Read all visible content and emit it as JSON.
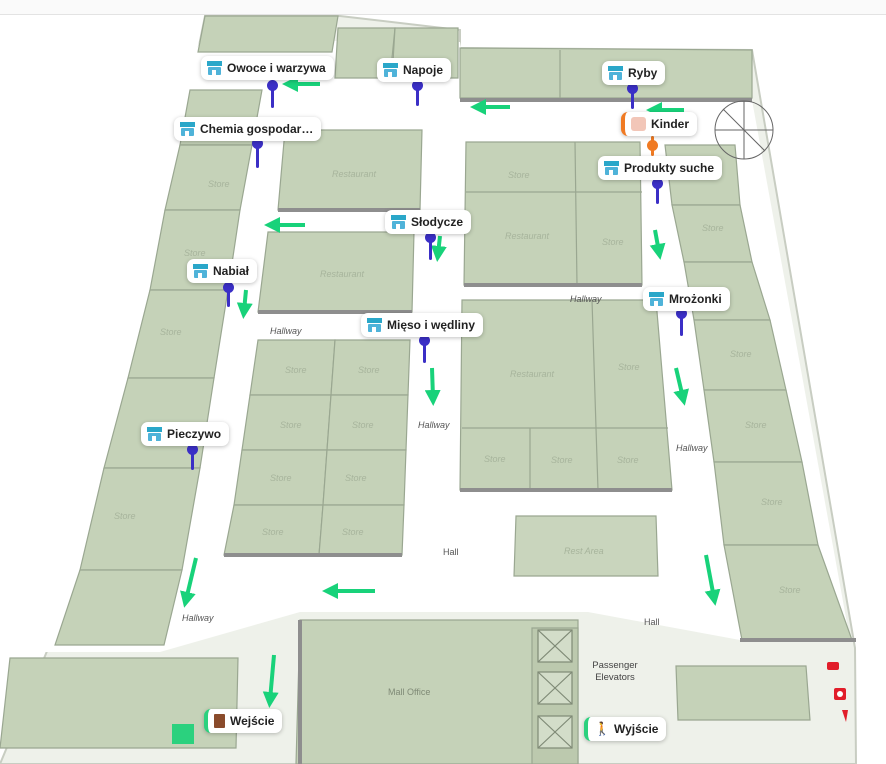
{
  "map": {
    "rooms": {
      "store": "Store",
      "restaurant": "Restaurant",
      "rest_area": "Rest Area",
      "mall_office": "Mall Office",
      "passenger_elevators": "Passenger Elevators"
    },
    "halls": {
      "hallway": "Hallway",
      "hall": "Hall"
    }
  },
  "pins": [
    {
      "id": "owoce",
      "label": "Owoce i warzywa",
      "icon": "shop-icon",
      "color": "#3b2fc6"
    },
    {
      "id": "napoje",
      "label": "Napoje",
      "icon": "shop-icon",
      "color": "#3b2fc6"
    },
    {
      "id": "ryby",
      "label": "Ryby",
      "icon": "shop-icon",
      "color": "#3b2fc6"
    },
    {
      "id": "chemia",
      "label": "Chemia gospodar…",
      "icon": "shop-icon",
      "color": "#3b2fc6"
    },
    {
      "id": "kinder",
      "label": "Kinder",
      "icon": "toy-icon",
      "color": "#f07a23"
    },
    {
      "id": "produkty",
      "label": "Produkty suche",
      "icon": "shop-icon",
      "color": "#3b2fc6"
    },
    {
      "id": "slodycze",
      "label": "Słodycze",
      "icon": "shop-icon",
      "color": "#3b2fc6"
    },
    {
      "id": "nabial",
      "label": "Nabiał",
      "icon": "shop-icon",
      "color": "#3b2fc6"
    },
    {
      "id": "mrozonki",
      "label": "Mrożonki",
      "icon": "shop-icon",
      "color": "#3b2fc6"
    },
    {
      "id": "mieso",
      "label": "Mięso i wędliny",
      "icon": "shop-icon",
      "color": "#3b2fc6"
    },
    {
      "id": "pieczywo",
      "label": "Pieczywo",
      "icon": "shop-icon",
      "color": "#3b2fc6"
    },
    {
      "id": "wejscie",
      "label": "Wejście",
      "icon": "door-icon",
      "color": "#2bd17e"
    },
    {
      "id": "wyjscie",
      "label": "Wyjście",
      "icon": "walking-person-icon",
      "color": "#2bd17e"
    }
  ],
  "colors": {
    "room_fill": "#c5d2b8",
    "room_edge": "#9aa791",
    "wall": "#8e8e8e",
    "route_arrow": "#18d27a",
    "pin_stem": "#3b2fc6",
    "kinder_accent": "#f07a23",
    "exit_accent": "#2bd17e"
  }
}
